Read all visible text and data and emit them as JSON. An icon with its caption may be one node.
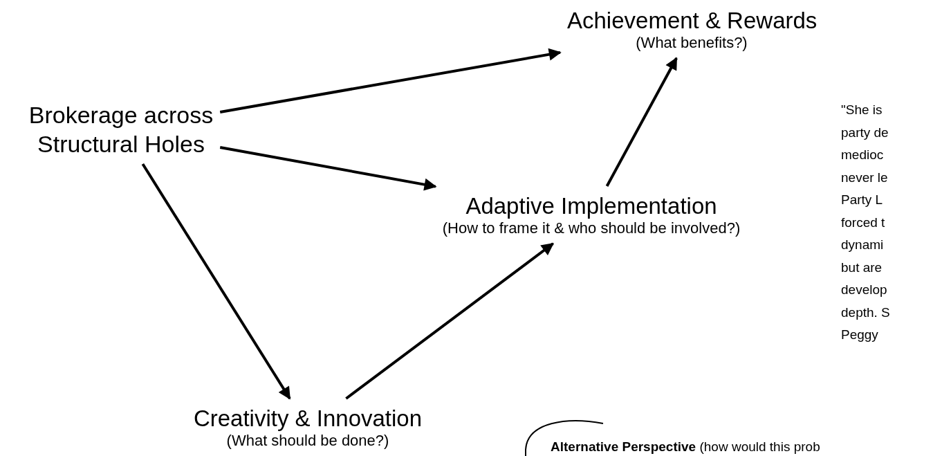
{
  "diagram": {
    "nodes": [
      {
        "text": [
          "Brokerage across Structural Holes"
        ]
      },
      {
        "text": [
          "Achievement & Rewards",
          "(What benefits?)"
        ]
      },
      {
        "text": [
          "Adaptive Implementation",
          "(How to frame it & who should be involved?)"
        ]
      },
      {
        "text": [
          "Creativity & Innovation",
          "(What should be done?)"
        ]
      }
    ],
    "edges": [
      {
        "from": 0,
        "to": 1,
        "arrow": "to"
      },
      {
        "from": 0,
        "to": 2,
        "arrow": "to"
      },
      {
        "from": 0,
        "to": 3,
        "arrow": "to"
      },
      {
        "from": 3,
        "to": 2,
        "arrow": "to"
      },
      {
        "from": 2,
        "to": 1,
        "arrow": "to"
      }
    ],
    "labels": [
      "\"She is",
      "party de",
      "medioc",
      "never le",
      "Party L",
      "forced t",
      "dynami",
      "but are",
      "develop",
      "depth. S",
      "Peggy",
      "**Alternative Perspective** (how would this prob"
    ]
  }
}
